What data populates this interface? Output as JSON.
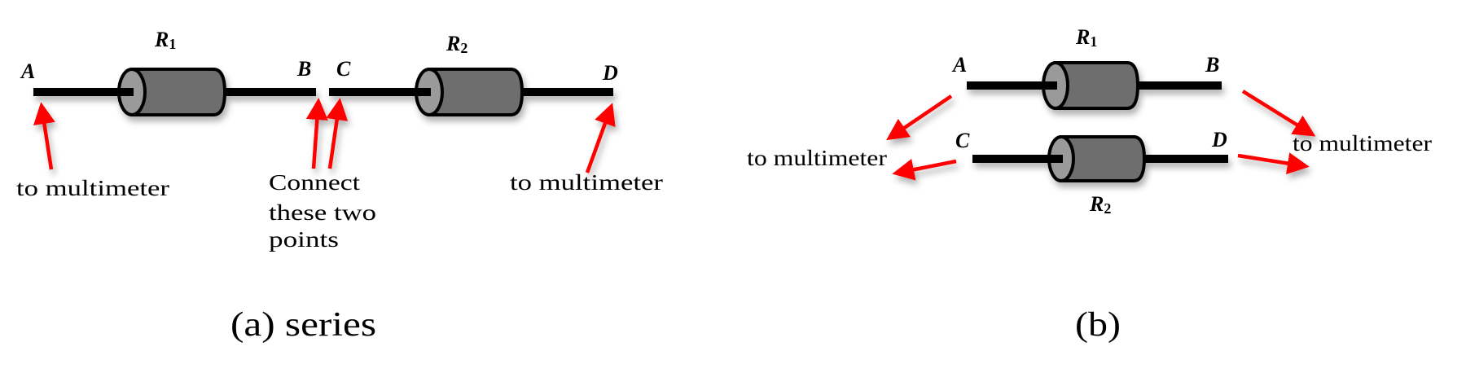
{
  "colors": {
    "arrow": "#ff0000",
    "resistor_body": "#6e6e6e",
    "wire": "#000000"
  },
  "panel_a": {
    "caption": "(a) series",
    "points": {
      "a": "A",
      "b": "B",
      "c": "C",
      "d": "D"
    },
    "r1": {
      "base": "R",
      "sub": "1"
    },
    "r2": {
      "base": "R",
      "sub": "2"
    },
    "left_note": "to multimeter",
    "right_note": "to multimeter",
    "connect_note": [
      "Connect",
      "these two",
      "points"
    ]
  },
  "panel_b": {
    "caption": "(b)",
    "points": {
      "a": "A",
      "b": "B",
      "c": "C",
      "d": "D"
    },
    "r1": {
      "base": "R",
      "sub": "1"
    },
    "r2": {
      "base": "R",
      "sub": "2"
    },
    "left_note": "to multimeter",
    "right_note": "to multimeter"
  }
}
